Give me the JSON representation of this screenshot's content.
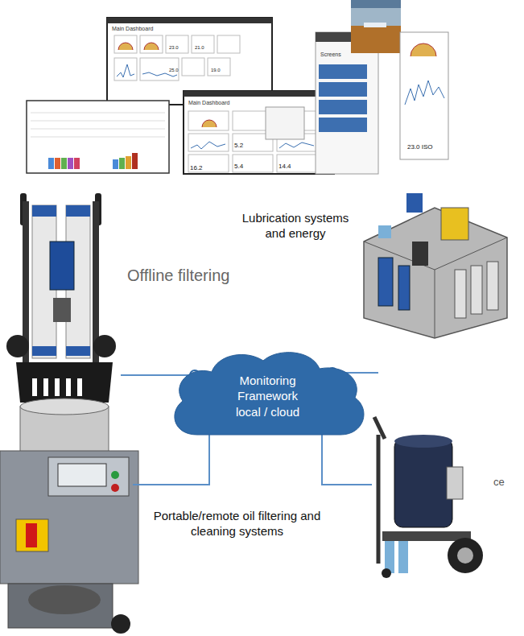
{
  "diagram": {
    "nodes": [
      {
        "text": [
          "Monitoring Framework local / cloud"
        ]
      }
    ],
    "labels": [
      "Main Dashboard",
      "23.0",
      "21.0",
      "25.0",
      "19.0",
      "Screens",
      "23.0 ISO",
      "Main Dashboard",
      "16.2",
      "5.2",
      "5.4",
      "14.4",
      "Lubrication systems and energy",
      "Offline filtering",
      "Portable/remote oil filtering and cleaning systems",
      "ce"
    ]
  }
}
